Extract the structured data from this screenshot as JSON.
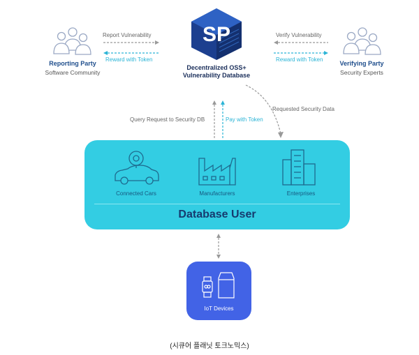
{
  "logo": {
    "text": "SP"
  },
  "db": {
    "line1": "Decentralized OSS+",
    "line2": "Vulnerability Database"
  },
  "reporting": {
    "title": "Reporting Party",
    "subtitle": "Software Community"
  },
  "verifying": {
    "title": "Verifying Party",
    "subtitle": "Security Experts"
  },
  "flows": {
    "report_vuln": "Report Vulnerability",
    "reward_left": "Reward with Token",
    "verify_vuln": "Verify Vulnerability",
    "reward_right": "Reward with Token",
    "query": "Query Request to Security DB",
    "pay": "Pay with Token",
    "requested": "Requested Security Data"
  },
  "user": {
    "title": "Database User",
    "items": [
      "Connected Cars",
      "Manufacturers",
      "Enterprises"
    ]
  },
  "iot": {
    "label": "IoT Devices"
  },
  "caption": "(시큐어 플래닛 토크노믹스)",
  "colors": {
    "cyan": "#33cde3",
    "blue": "#4263e6",
    "navy": "#1f4e8c",
    "arrow_cyan": "#2bb4d6",
    "arrow_grey": "#999999"
  },
  "icons": [
    "people-icon",
    "logo-cube-icon",
    "car-camera-icon",
    "factory-icon",
    "buildings-icon",
    "smartwatch-icon",
    "phone-icon"
  ]
}
